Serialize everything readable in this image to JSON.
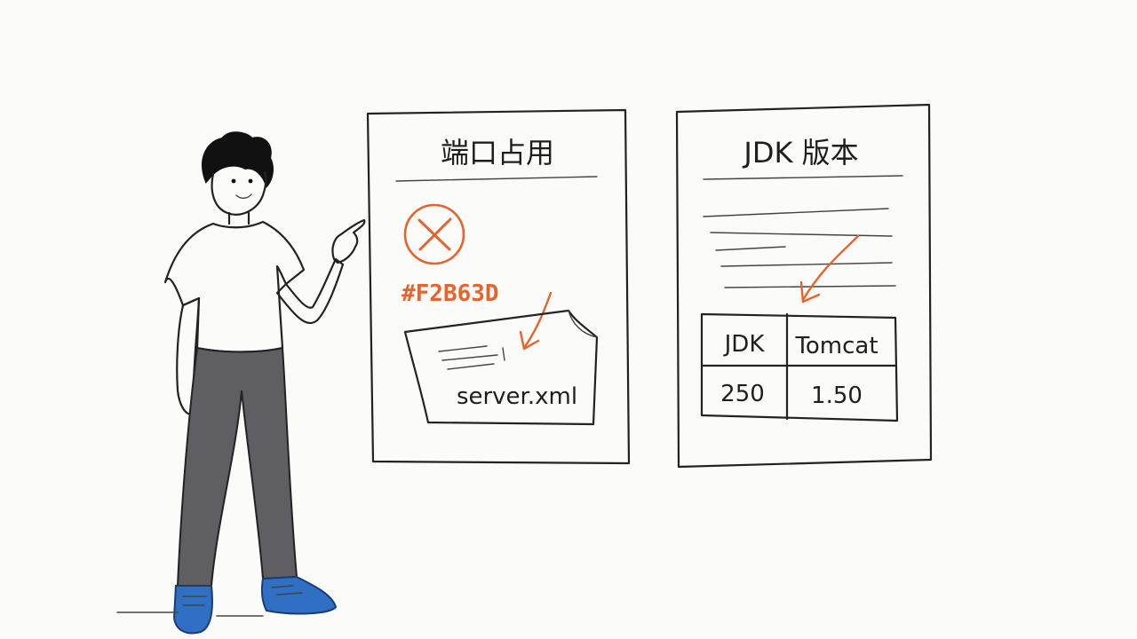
{
  "colors": {
    "accent": "#E8632B",
    "ink": "#222222",
    "pants": "#5f5f63",
    "shoes": "#2f6fc4",
    "paper": "#fbfbfa"
  },
  "panel_port": {
    "title": "端口占用",
    "error_icon": "close-circle-icon",
    "color_code": "#F2B63D",
    "file_name": "server.xml"
  },
  "panel_jdk": {
    "title": "JDK 版本",
    "table": {
      "headers": [
        "JDK",
        "Tomcat"
      ],
      "rows": [
        [
          "250",
          "1.50"
        ]
      ]
    }
  }
}
